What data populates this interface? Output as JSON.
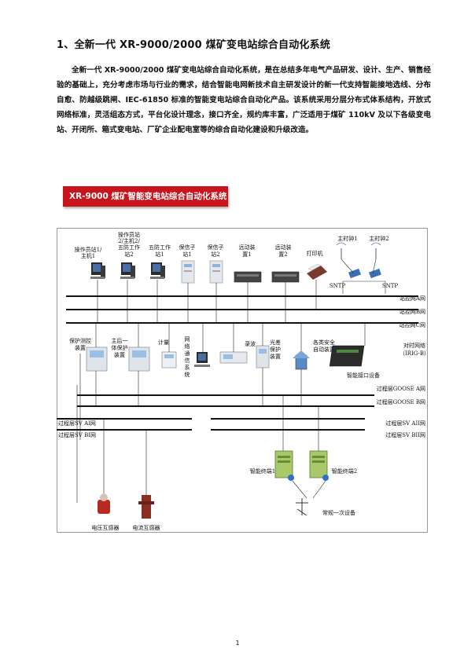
{
  "heading": "1、全新一代 XR-9000/2000 煤矿变电站综合自动化系统",
  "paragraph": "全新一代 XR-9000/2000 煤矿变电站综合自动化系统，是在总结多年电气产品研发、设计、生产、销售经验的基础上，充分考虑市场与行业的需求，结合智能电网新技术自主研发设计的新一代支持智能接地选线、分布自愈、防越级跳闸、IEC-61850 标准的智能变电站综合自动化产品。该系统采用分层分布式体系结构，开放式网络标准，灵活组态方式，平台化设计理念，接口齐全，规约库丰富，广泛适用于煤矿 110kV 及以下各级变电站、开闭所、箱式变电站、厂矿企业配电室等的综合自动化建设和升级改造。",
  "banner": "XR-9000 煤矿智能变电站综合自动化系统",
  "diagram": {
    "top_devices": {
      "op1": [
        "操作员站1/",
        "主机1"
      ],
      "op2": [
        "操作员站",
        "2/主机2/",
        "五防工作",
        "站2"
      ],
      "wf1": [
        "五防工作",
        "站1"
      ],
      "bx1": [
        "保信子",
        "站1"
      ],
      "bx2": [
        "保信子",
        "站2"
      ],
      "yd1": [
        "远动装",
        "置1"
      ],
      "yd2": [
        "远动装",
        "置2"
      ],
      "printer": "打印机",
      "clock1": "主时钟1",
      "clock2": "主时钟2",
      "sntp_left": "SNTP",
      "sntp_right": "SNTP"
    },
    "station_nets": [
      "站控网A网",
      "站控网B网",
      "站控网C网"
    ],
    "bay_devices": {
      "prot": [
        "保护测控",
        "装置"
      ],
      "main": [
        "主后一",
        "体保护",
        "装置"
      ],
      "meter": "计量",
      "netcomm": [
        "网",
        "络",
        "通",
        "信",
        "系",
        "统"
      ],
      "record": "录波",
      "fiber": [
        "光差",
        "保护",
        "装置"
      ],
      "safety": [
        "各类安全",
        "自动装置"
      ],
      "timing": [
        "对时网络",
        "（IRIG-B）"
      ],
      "smart_if": "智能接口设备"
    },
    "process_nets": [
      "过程层GOOSE A网",
      "过程层GOOSE B网"
    ],
    "sv_left": [
      "过程层SV AI网",
      "过程层SV BI网"
    ],
    "sv_right": [
      "过程层SV AII网",
      "过程层SV BII网"
    ],
    "terminals": [
      "智能终端1",
      "智能终端2"
    ],
    "bottom": {
      "vt": "电压互感器",
      "ct": "电流互感器",
      "primary": "常规一次设备"
    }
  },
  "page_number": "1"
}
